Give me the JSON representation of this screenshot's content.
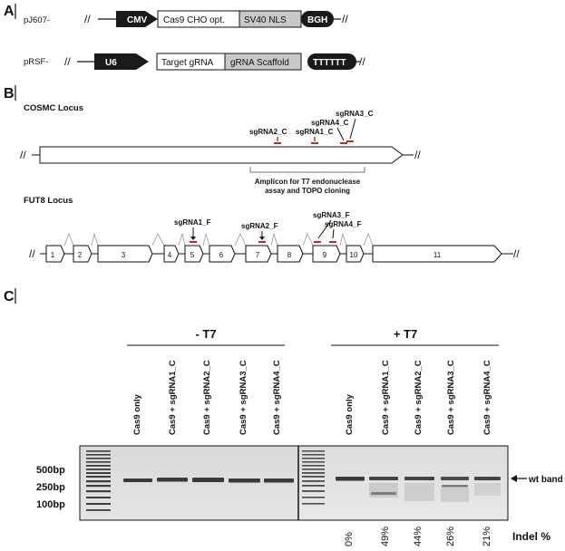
{
  "panels": {
    "A": {
      "label": "A",
      "constructs": [
        {
          "name": "pJ607-",
          "elements": [
            {
              "type": "promoter",
              "label": "CMV"
            },
            {
              "type": "box",
              "label": "Cas9 CHO opt."
            },
            {
              "type": "box_gray",
              "label": "SV40 NLS"
            },
            {
              "type": "terminator",
              "label": "BGH"
            }
          ]
        },
        {
          "name": "pRSF-",
          "elements": [
            {
              "type": "promoter",
              "label": "U6"
            },
            {
              "type": "box",
              "label": "Target gRNA"
            },
            {
              "type": "box_gray",
              "label": "gRNA Scaffold"
            },
            {
              "type": "terminator",
              "label": "TTTTTT"
            }
          ]
        }
      ]
    },
    "B": {
      "label": "B",
      "cosmc": {
        "title": "COSMC Locus",
        "sgrnas": [
          "sgRNA2_C",
          "sgRNA1_C",
          "sgRNA4_C",
          "sgRNA3_C"
        ],
        "amplicon_line1": "Amplicon for T7 endonuclease",
        "amplicon_line2": "assay and TOPO cloning"
      },
      "fut8": {
        "title": "FUT8 Locus",
        "exons": [
          "1",
          "2",
          "3",
          "4",
          "5",
          "6",
          "7",
          "8",
          "9",
          "10",
          "11"
        ],
        "sgrnas": [
          "sgRNA1_F",
          "sgRNA2_F",
          "sgRNA3_F",
          "sgRNA4_F"
        ]
      },
      "break_mark": "//"
    },
    "C": {
      "label": "C",
      "group_left": "- T7",
      "group_right": "+ T7",
      "lanes": [
        "Cas9 only",
        "Cas9 + sgRNA1_C",
        "Cas9 + sgRNA2_C",
        "Cas9 + sgRNA3_C",
        "Cas9 + sgRNA4_C"
      ],
      "size_markers": [
        "500bp",
        "250bp",
        "100bp"
      ],
      "wt_band_label": "wt band",
      "indel_label": "Indel %",
      "indel_values": [
        "0%",
        "49%",
        "44%",
        "26%",
        "21%"
      ],
      "colors": {
        "gel_background": "#d7d7d7",
        "band": "#3a3a3a",
        "red_mark": "#cc2222"
      }
    }
  }
}
